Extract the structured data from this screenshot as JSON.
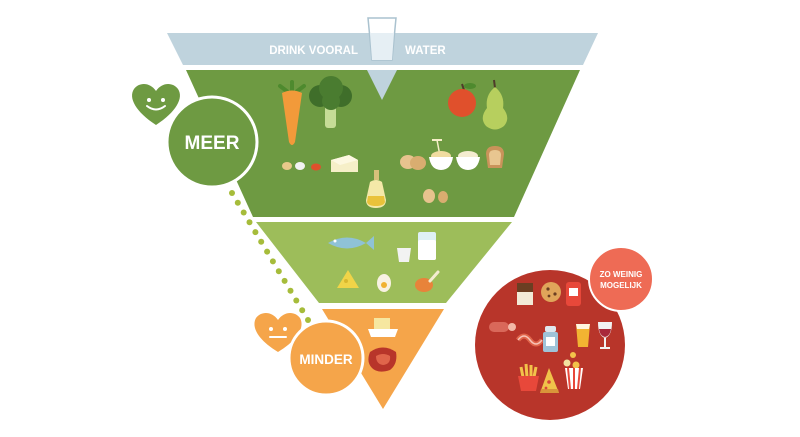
{
  "pyramid": {
    "water_label_left": "DRINK VOORAL",
    "water_label_right": "WATER",
    "more_label": "MEER",
    "less_label": "MINDER",
    "limit_label_line1": "ZO WEINIG",
    "limit_label_line2": "MOGELIJK"
  },
  "colors": {
    "water_band": "#bfd3dd",
    "top_green": "#6e9a42",
    "mid_green": "#9dbd5a",
    "orange": "#f5a54a",
    "red_circle": "#b8352a",
    "salmon": "#ee6b55",
    "dots": "#a6bc3a"
  },
  "icons": {
    "top_section": [
      "carrot-icon",
      "broccoli-icon",
      "apple-icon",
      "pear-icon",
      "nuts-icon",
      "margarine-icon",
      "bread-rolls-icon",
      "pasta-bowl-icon",
      "rice-bowl-icon",
      "bread-slice-icon",
      "oil-bottle-icon",
      "potatoes-icon"
    ],
    "mid_section": [
      "fish-icon",
      "yogurt-icon",
      "milk-glass-icon",
      "cheese-icon",
      "egg-icon",
      "chicken-leg-icon"
    ],
    "bottom_section": [
      "butter-icon",
      "steak-icon"
    ],
    "limit_circle": [
      "chocolate-icon",
      "cookie-icon",
      "soda-can-icon",
      "sausage-icon",
      "bacon-icon",
      "salt-shaker-icon",
      "beer-glass-icon",
      "wine-glass-icon",
      "fries-icon",
      "pizza-slice-icon",
      "popcorn-icon"
    ]
  }
}
